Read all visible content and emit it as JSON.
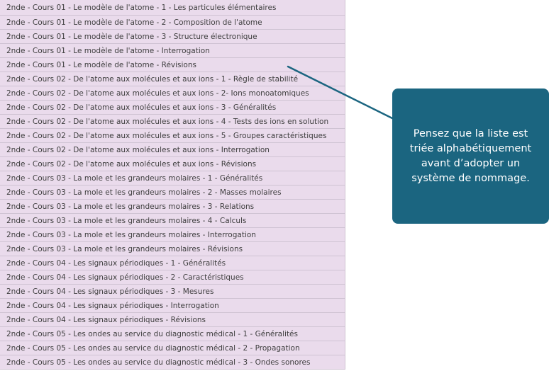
{
  "list": {
    "items": [
      "2nde - Cours 01 - Le modèle de l'atome - 1 - Les particules élémentaires",
      "2nde - Cours 01 - Le modèle de l'atome - 2 - Composition de l'atome",
      "2nde - Cours 01 - Le modèle de l'atome - 3 - Structure électronique",
      "2nde - Cours 01 - Le modèle de l'atome - Interrogation",
      "2nde - Cours 01 - Le modèle de l'atome - Révisions",
      "2nde - Cours 02 - De l'atome aux molécules et aux ions - 1 - Règle de stabilité",
      "2nde - Cours 02 - De l'atome aux molécules et aux ions - 2- Ions monoatomiques",
      "2nde - Cours 02 - De l'atome aux molécules et aux ions - 3 - Généralités",
      "2nde - Cours 02 - De l'atome aux molécules et aux ions - 4 - Tests des ions en solution",
      "2nde - Cours 02 - De l'atome aux molécules et aux ions - 5 - Groupes caractéristiques",
      "2nde - Cours 02 - De l'atome aux molécules et aux ions - Interrogation",
      "2nde - Cours 02 - De l'atome aux molécules et aux ions - Révisions",
      "2nde - Cours 03 - La mole et les grandeurs molaires - 1 -  Généralités",
      "2nde - Cours 03 - La mole et les grandeurs molaires - 2 - Masses molaires",
      "2nde - Cours 03 - La mole et les grandeurs molaires - 3 - Relations",
      "2nde - Cours 03 - La mole et les grandeurs molaires - 4 - Calculs",
      "2nde - Cours 03 - La mole et les grandeurs molaires - Interrogation",
      "2nde - Cours 03 - La mole et les grandeurs molaires - Révisions",
      "2nde - Cours 04 - Les signaux périodiques - 1 - Généralités",
      "2nde - Cours 04 - Les signaux périodiques - 2 - Caractéristiques",
      "2nde - Cours 04 - Les signaux périodiques - 3 - Mesures",
      "2nde - Cours 04 - Les signaux périodiques - Interrogation",
      "2nde - Cours 04 - Les signaux périodiques - Révisions",
      "2nde - Cours 05 - Les ondes au service du diagnostic médical - 1 - Généralités",
      "2nde - Cours 05 - Les ondes au service du diagnostic médical - 2 - Propagation",
      "2nde - Cours 05 - Les ondes au service du diagnostic médical - 3 - Ondes sonores"
    ]
  },
  "callout": {
    "lines": [
      "Pensez que la liste est",
      "triée alphabétiquement",
      "avant d’adopter un",
      "système de nommage."
    ]
  },
  "colors": {
    "row_background": "#eadbec",
    "row_border": "#cfc3d3",
    "row_text": "#3e3e3e",
    "callout_background": "#1b6580",
    "callout_text": "#ffffff",
    "pointer_line": "#1b6580"
  }
}
